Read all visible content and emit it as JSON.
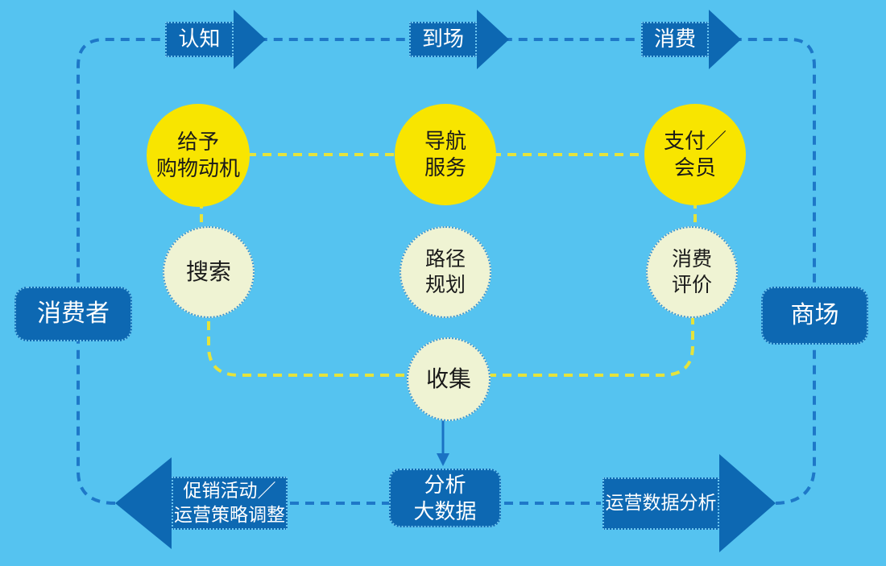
{
  "palette": {
    "background": "#55C3F0",
    "dark_blue": "#0D68B2",
    "dash_blue": "#1E78C8",
    "yellow_circle": "#F8E500",
    "pale_circle_fill": "#EFF3D3",
    "pale_circle_border": "#3E97D3",
    "yellow_dash": "#E5E33C",
    "text_dark": "#1A1A1A",
    "text_white": "#FFFFFF"
  },
  "top_arrows": [
    {
      "label": "认知"
    },
    {
      "label": "到场"
    },
    {
      "label": "消费"
    }
  ],
  "actors": {
    "consumer": {
      "label": "消费者"
    },
    "mall": {
      "label": "商场"
    }
  },
  "yellow_circles": [
    {
      "lines": [
        "给予",
        "购物动机"
      ]
    },
    {
      "lines": [
        "导航",
        "服务"
      ]
    },
    {
      "lines": [
        "支付／",
        "会员"
      ]
    }
  ],
  "pale_circles": [
    {
      "lines": [
        "搜索"
      ]
    },
    {
      "lines": [
        "路径",
        "规划"
      ]
    },
    {
      "lines": [
        "消费",
        "评价"
      ]
    },
    {
      "lines": [
        "收集"
      ]
    }
  ],
  "analysis_box": {
    "lines": [
      "分析",
      "大数据"
    ]
  },
  "bottom_arrows": {
    "left": {
      "lines": [
        "促销活动／",
        "运营策略调整"
      ]
    },
    "right": {
      "label": "运营数据分析"
    }
  }
}
